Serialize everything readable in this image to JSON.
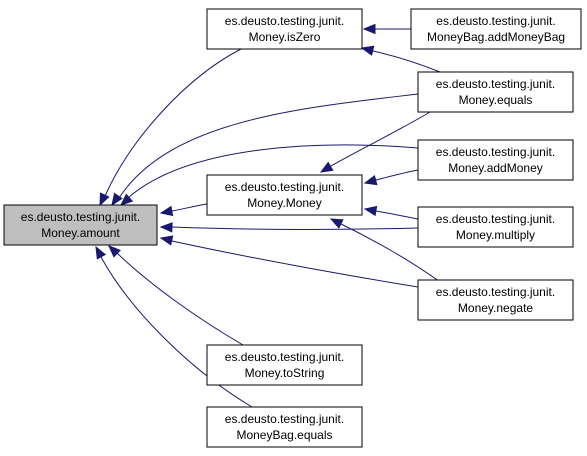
{
  "diagram": {
    "colors": {
      "edge": "#191970",
      "root_fill": "#bfbfbf",
      "node_fill": "#ffffff",
      "border": "#000000"
    },
    "nodes": {
      "amount": {
        "line1": "es.deusto.testing.junit.",
        "line2": "Money.amount"
      },
      "isZero": {
        "line1": "es.deusto.testing.junit.",
        "line2": "Money.isZero"
      },
      "ctor": {
        "line1": "es.deusto.testing.junit.",
        "line2": "Money.Money"
      },
      "toString": {
        "line1": "es.deusto.testing.junit.",
        "line2": "Money.toString"
      },
      "bagEquals": {
        "line1": "es.deusto.testing.junit.",
        "line2": "MoneyBag.equals"
      },
      "addMoneyBag": {
        "line1": "es.deusto.testing.junit.",
        "line2": "MoneyBag.addMoneyBag"
      },
      "equals": {
        "line1": "es.deusto.testing.junit.",
        "line2": "Money.equals"
      },
      "addMoney": {
        "line1": "es.deusto.testing.junit.",
        "line2": "Money.addMoney"
      },
      "multiply": {
        "line1": "es.deusto.testing.junit.",
        "line2": "Money.multiply"
      },
      "negate": {
        "line1": "es.deusto.testing.junit.",
        "line2": "Money.negate"
      }
    },
    "edges": [
      {
        "from": "isZero",
        "to": "amount"
      },
      {
        "from": "ctor",
        "to": "amount"
      },
      {
        "from": "toString",
        "to": "amount"
      },
      {
        "from": "bagEquals",
        "to": "amount"
      },
      {
        "from": "equals",
        "to": "amount"
      },
      {
        "from": "addMoney",
        "to": "amount"
      },
      {
        "from": "multiply",
        "to": "amount"
      },
      {
        "from": "negate",
        "to": "amount"
      },
      {
        "from": "addMoneyBag",
        "to": "isZero"
      },
      {
        "from": "equals",
        "to": "isZero"
      },
      {
        "from": "equals",
        "to": "ctor"
      },
      {
        "from": "addMoney",
        "to": "ctor"
      },
      {
        "from": "multiply",
        "to": "ctor"
      },
      {
        "from": "negate",
        "to": "ctor"
      }
    ]
  }
}
